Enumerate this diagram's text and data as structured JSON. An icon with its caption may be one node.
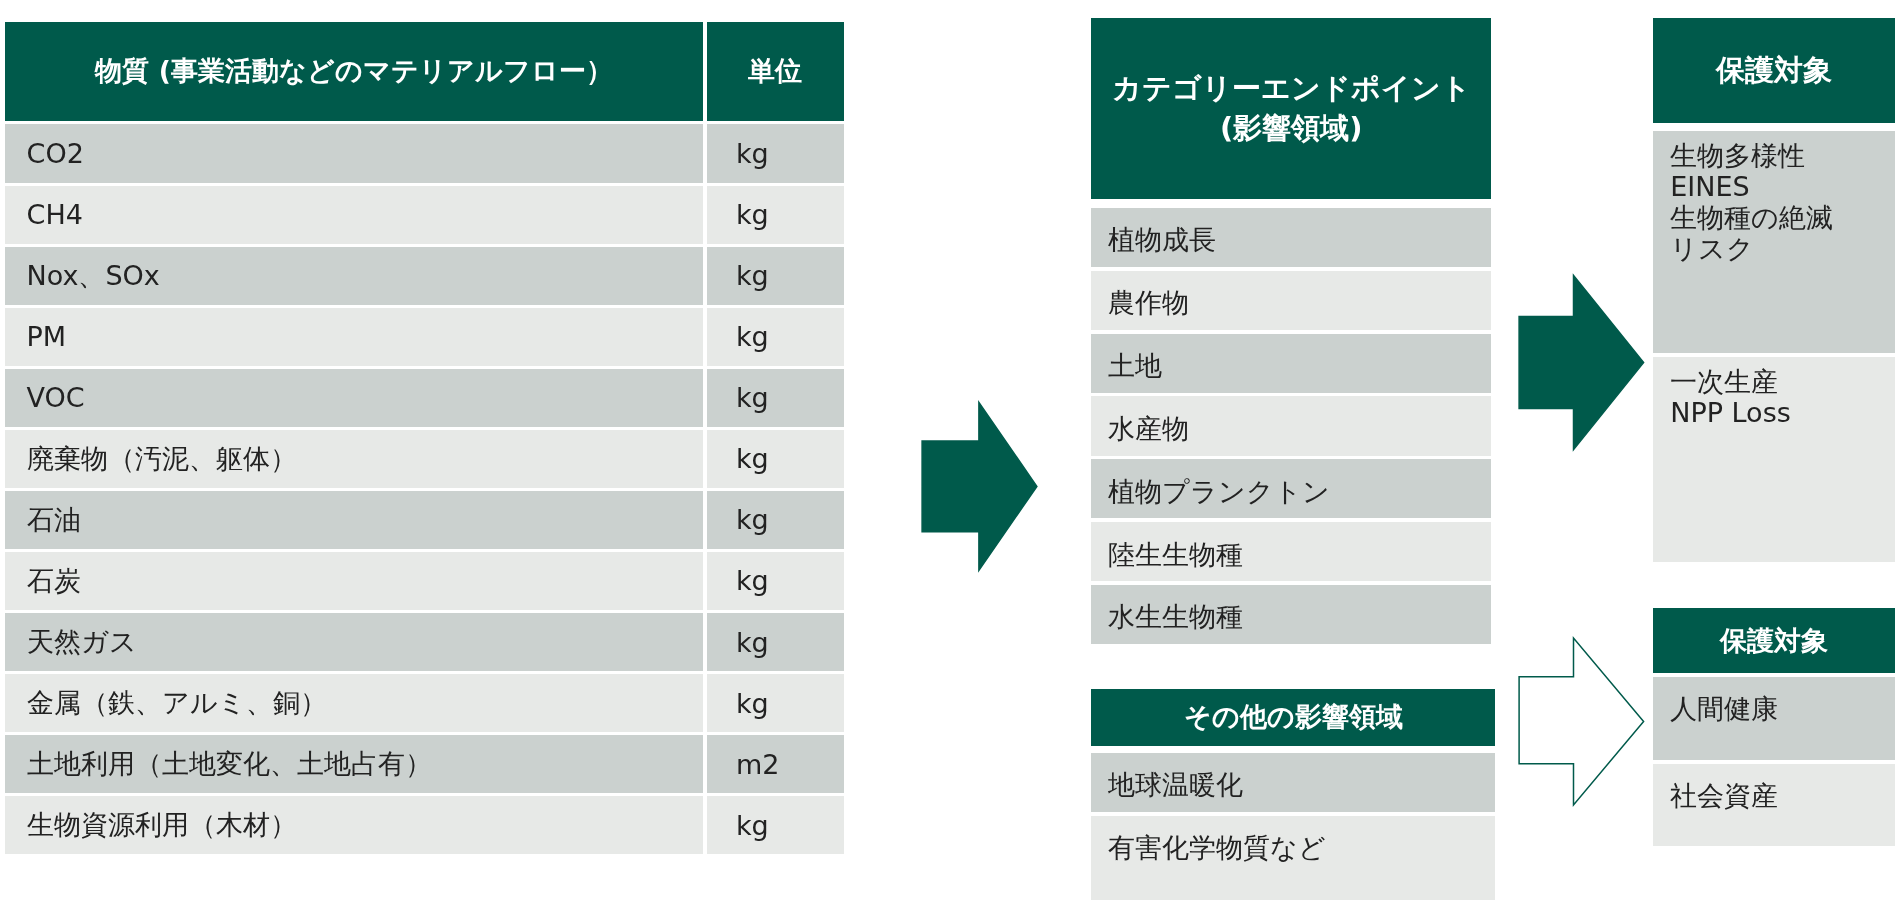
{
  "diagram": {
    "nodes": [
      {
        "text": [
          "物質 (事業活動などのマテリアルフロー）",
          "単位",
          "CO2",
          "kg",
          "CH4",
          "kg",
          "Nox、SOx",
          "kg",
          "PM",
          "kg",
          "VOC",
          "kg",
          "廃棄物（汚泥、躯体）",
          "kg",
          "石油",
          "kg",
          "石炭",
          "kg",
          "天然ガス",
          "kg",
          "金属（鉄、アルミ、銅）",
          "kg",
          "土地利用（土地変化、土地占有）",
          "m2",
          "生物資源利用（木材）",
          "kg"
        ]
      },
      {
        "text": [
          "カテゴリーエンドポイント (影響領域)",
          "植物成長",
          "農作物",
          "土地",
          "水産物",
          "植物プランクトン",
          "陸生生物種",
          "水生生物種"
        ]
      },
      {
        "text": [
          "その他の影響領域",
          "地球温暖化",
          "有害化学物質など"
        ]
      },
      {
        "text": [
          "保護対象",
          "生物多様性 EINES 生物種の絶滅リスク",
          "一次生産 NPP Loss"
        ]
      },
      {
        "text": [
          "保護対象",
          "人間健康",
          "社会資産"
        ]
      }
    ],
    "edges": [
      {
        "from": 0,
        "to": 1,
        "arrow": "to"
      },
      {
        "from": 1,
        "to": 3,
        "arrow": "to"
      },
      {
        "from": 2,
        "to": 4,
        "arrow": "to",
        "color": "#ffffff"
      }
    ]
  }
}
